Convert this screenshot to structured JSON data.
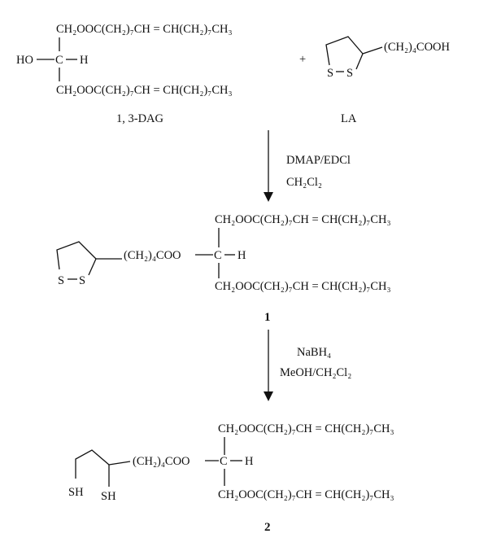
{
  "scheme": {
    "dag": {
      "top_chain": "CH₂OOC(CH₂)₇CH = CH(CH₂)₇CH₃",
      "hydroxyl": "HO",
      "carbon": "C",
      "hydrogen": "H",
      "bottom_chain": "CH₂OOC(CH₂)₇CH = CH(CH₂)₇CH₃",
      "label": "1, 3-DAG"
    },
    "plus": "+",
    "la": {
      "sulfur_1": "S",
      "sulfur_2": "S",
      "chain": "(CH₂)₄COOH",
      "label": "LA"
    },
    "step1": {
      "reagent": "DMAP/EDCl",
      "solvent": "CH₂Cl₂"
    },
    "product1": {
      "sulfur_1": "S",
      "sulfur_2": "S",
      "ester_chain": "(CH₂)₄COO",
      "carbon": "C",
      "hydrogen": "H",
      "top_chain": "CH₂OOC(CH₂)₇CH = CH(CH₂)₇CH₃",
      "bottom_chain": "CH₂OOC(CH₂)₇CH = CH(CH₂)₇CH₃",
      "label": "1"
    },
    "step2": {
      "reagent": "NaBH₄",
      "solvent": "MeOH/CH₂Cl₂"
    },
    "product2": {
      "thiol_1": "SH",
      "thiol_2": "SH",
      "ester_chain": "(CH₂)₄COO",
      "carbon": "C",
      "hydrogen": "H",
      "top_chain": "CH₂OOC(CH₂)₇CH = CH(CH₂)₇CH₃",
      "bottom_chain": "CH₂OOC(CH₂)₇CH = CH(CH₂)₇CH₃",
      "label": "2"
    }
  }
}
